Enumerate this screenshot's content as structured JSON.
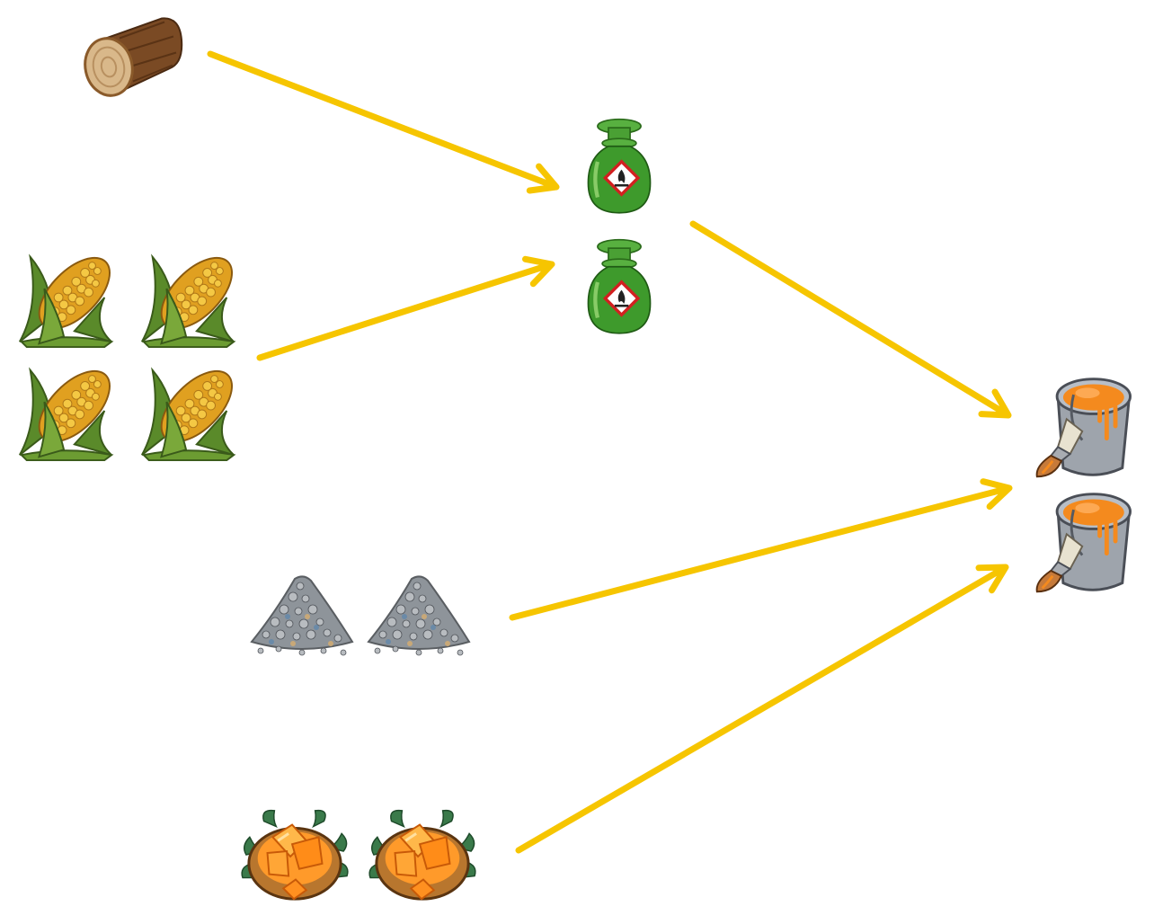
{
  "colors": {
    "arrow": "#F6C500",
    "background": "#FFFFFF"
  },
  "resources": {
    "log": {
      "icon": "log-icon",
      "count": 1
    },
    "corn": {
      "icon": "corn-icon",
      "count": 4
    },
    "gravel": {
      "icon": "gravel-icon",
      "count": 2
    },
    "amber": {
      "icon": "amber-ore-icon",
      "count": 2
    },
    "fuel": {
      "icon": "green-fuel-bottle-icon",
      "count": 2
    },
    "paint": {
      "icon": "orange-paint-bucket-icon",
      "count": 2
    }
  },
  "flows": [
    {
      "from": "log",
      "to": "fuel"
    },
    {
      "from": "corn",
      "to": "fuel"
    },
    {
      "from": "fuel",
      "to": "paint"
    },
    {
      "from": "gravel",
      "to": "paint"
    },
    {
      "from": "amber",
      "to": "paint"
    }
  ]
}
